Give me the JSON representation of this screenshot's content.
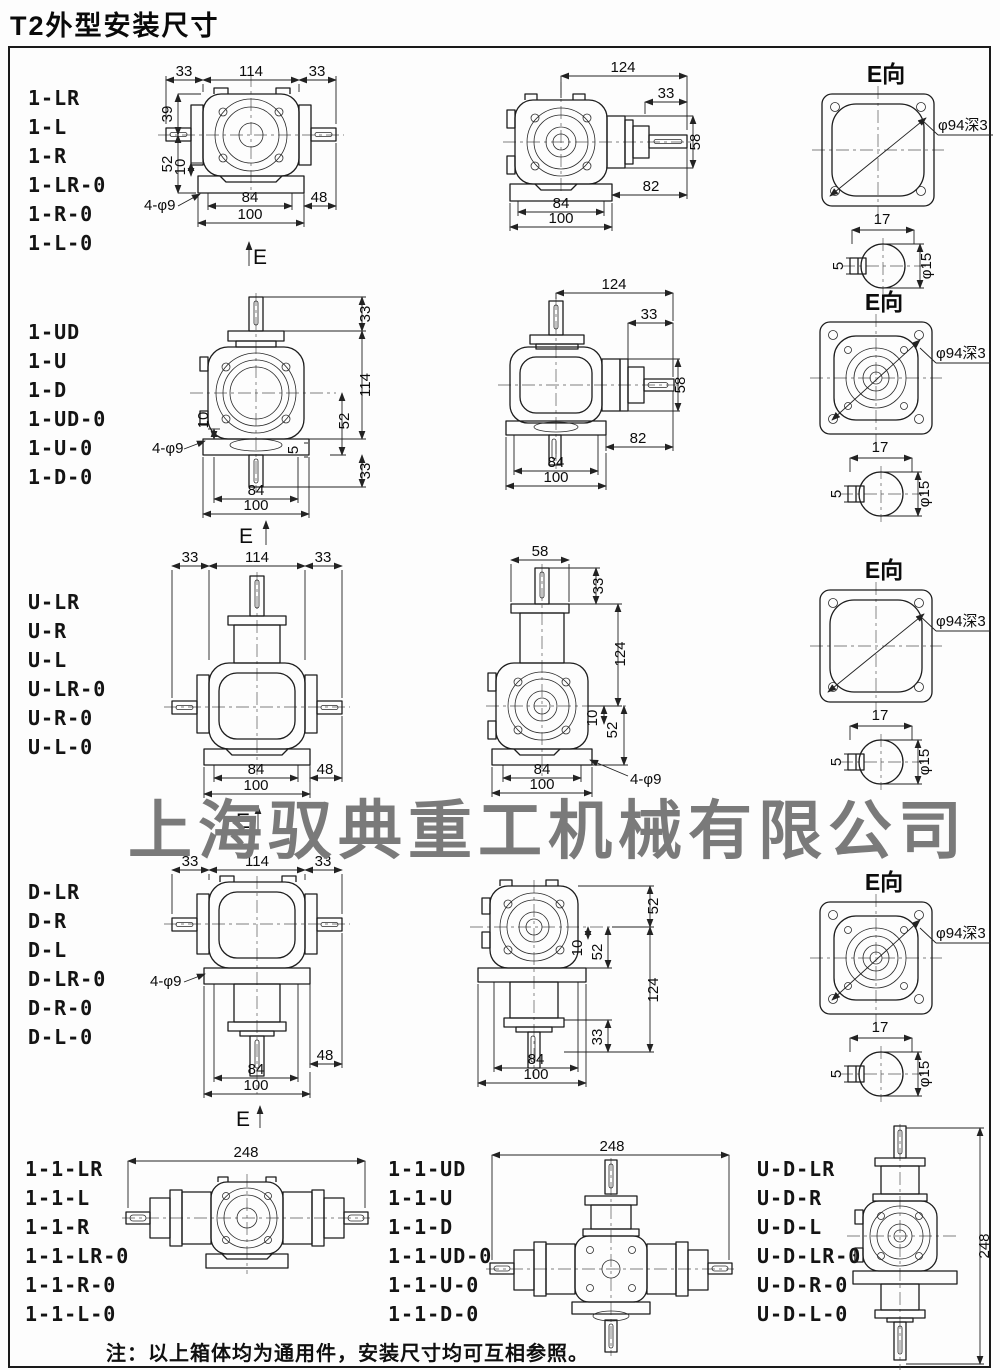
{
  "page": {
    "title": "T2外型安装尺寸",
    "watermark": "上海驭典重工机械有限公司",
    "note": "注：以上箱体均为通用件，安装尺寸均可互相参照。"
  },
  "colors": {
    "ink": "#1a1a1a",
    "watermark": "#7a7a7a",
    "paper": "#fdfdfd"
  },
  "eview": {
    "title": "E向",
    "hole": "φ94深3",
    "w": "17",
    "key": "5",
    "dia": "φ15"
  },
  "rows": {
    "r1": {
      "models": [
        "1-LR",
        "1-L",
        "1-R",
        "1-LR-0",
        "1-R-0",
        "1-L-0"
      ],
      "front": {
        "t1": "33",
        "t2": "114",
        "t3": "33",
        "l1": "39",
        "l2": "52",
        "l3": "10",
        "holes": "4-φ9",
        "b1": "84",
        "b2": "48",
        "b3": "100",
        "view": "E"
      },
      "side": {
        "t1": "124",
        "t2": "33",
        "r1": "58",
        "b1": "82",
        "b2": "84",
        "b3": "100"
      }
    },
    "r2": {
      "models": [
        "1-UD",
        "1-U",
        "1-D",
        "1-UD-0",
        "1-U-0",
        "1-D-0"
      ],
      "front": {
        "r1": "33",
        "r2": "114",
        "r3": "52",
        "r4": "5",
        "r5": "33",
        "l1": "10",
        "holes": "4-φ9",
        "b1": "84",
        "b2": "100",
        "view": "E"
      },
      "side": {
        "t1": "124",
        "t2": "33",
        "r1": "58",
        "b1": "82",
        "b2": "84",
        "b3": "100"
      }
    },
    "r3": {
      "models": [
        "U-LR",
        "U-R",
        "U-L",
        "U-LR-0",
        "U-R-0",
        "U-L-0"
      ],
      "front": {
        "t1": "33",
        "t2": "114",
        "t3": "33",
        "b1": "84",
        "b2": "48",
        "b3": "100",
        "view": "E"
      },
      "side": {
        "t1": "58",
        "r1": "33",
        "r2": "124",
        "r3": "10",
        "r4": "52",
        "holes": "4-φ9",
        "b1": "84",
        "b2": "100"
      }
    },
    "r4": {
      "models": [
        "D-LR",
        "D-R",
        "D-L",
        "D-LR-0",
        "D-R-0",
        "D-L-0"
      ],
      "front": {
        "t1": "33",
        "t2": "114",
        "t3": "33",
        "holes": "4-φ9",
        "b1": "48",
        "b2": "84",
        "b3": "100",
        "view": "E"
      },
      "side": {
        "r1": "52",
        "r2": "10",
        "r3": "52",
        "r4": "124",
        "r5": "33",
        "b1": "84",
        "b2": "100"
      }
    },
    "r5a": {
      "models": [
        "1-1-LR",
        "1-1-L",
        "1-1-R",
        "1-1-LR-0",
        "1-1-R-0",
        "1-1-L-0"
      ],
      "dim": "248"
    },
    "r5b": {
      "models": [
        "1-1-UD",
        "1-1-U",
        "1-1-D",
        "1-1-UD-0",
        "1-1-U-0",
        "1-1-D-0"
      ],
      "dim": "248"
    },
    "r5c": {
      "models": [
        "U-D-LR",
        "U-D-R",
        "U-D-L",
        "U-D-LR-0",
        "U-D-R-0",
        "U-D-L-0"
      ],
      "dim": "248"
    }
  }
}
